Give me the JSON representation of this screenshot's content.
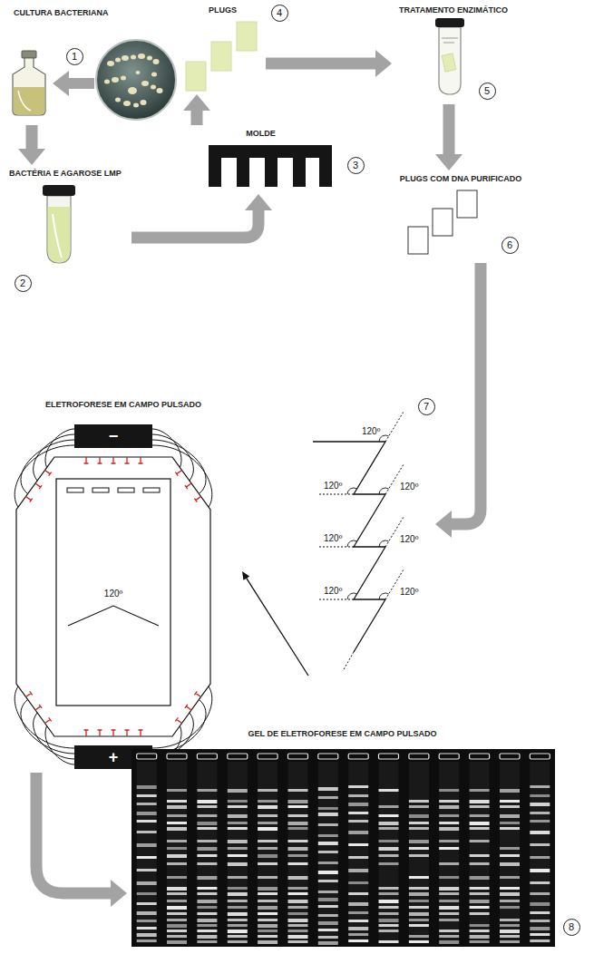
{
  "diagram": {
    "nodes": [
      {
        "text": [
          "CULTURA BACTERIANA"
        ]
      },
      {
        "text": [
          "BACTÉRIA E AGAROSE LMP"
        ]
      },
      {
        "text": [
          "MOLDE"
        ]
      },
      {
        "text": [
          "PLUGS"
        ]
      },
      {
        "text": [
          "TRATAMENTO ENZIMÁTICO"
        ]
      },
      {
        "text": [
          "PLUGS COM DNA PURIFICADO"
        ]
      },
      {
        "text": [
          "120º",
          "120º",
          "120º",
          "120º",
          "120º",
          "120º",
          "120º"
        ]
      },
      {
        "text": [
          "ELETROFORESE EM CAMPO PULSADO"
        ]
      },
      {
        "text": [
          "GEL DE ELETROFORESE EM CAMPO PULSADO"
        ]
      }
    ],
    "edges": [
      {
        "from": 0,
        "to": 1,
        "arrow": "to"
      },
      {
        "from": 1,
        "to": 2,
        "arrow": "to"
      },
      {
        "from": 2,
        "to": 3,
        "arrow": "to"
      },
      {
        "from": 3,
        "to": 4,
        "arrow": "to"
      },
      {
        "from": 4,
        "to": 5,
        "arrow": "to"
      },
      {
        "from": 5,
        "to": 6,
        "arrow": "to"
      },
      {
        "from": 6,
        "to": 7,
        "arrow": "to"
      },
      {
        "from": 7,
        "to": 8,
        "arrow": "to"
      }
    ],
    "labels": [
      "1",
      "2",
      "3",
      "4",
      "5",
      "6",
      "7",
      "8",
      "−",
      "+",
      "120º"
    ]
  }
}
